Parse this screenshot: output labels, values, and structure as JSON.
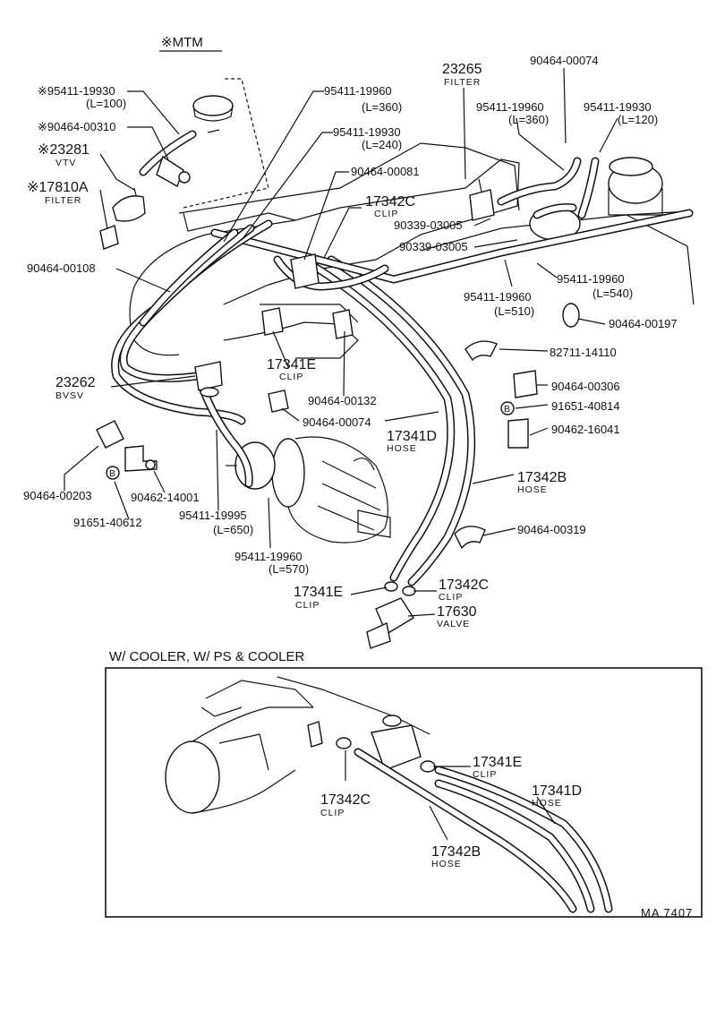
{
  "header": {
    "title": "※MTM"
  },
  "inset": {
    "title": "W/ COOLER, W/ PS & COOLER"
  },
  "footer": {
    "code": "MA  7407"
  },
  "labels": {
    "l1": {
      "text": "※95411-19930",
      "sub": "(L=100)"
    },
    "l2": {
      "text": "※90464-00310"
    },
    "l3": {
      "text": "※23281",
      "sub": "VTV"
    },
    "l4": {
      "text": "※17810A",
      "sub": "FILTER"
    },
    "l5": {
      "text": "95411-19960",
      "sub": "(L=360)"
    },
    "l6": {
      "text": "95411-19930",
      "sub": "(L=240)"
    },
    "l7": {
      "text": "90464-00081"
    },
    "l8": {
      "text": "17342C",
      "sub": "CLIP"
    },
    "l9": {
      "text": "23265",
      "sub": "FILTER"
    },
    "l10": {
      "text": "90464-00074"
    },
    "l11": {
      "text": "95411-19960",
      "sub": "(L=360)"
    },
    "l12": {
      "text": "95411-19930",
      "sub": "(L=120)"
    },
    "l13": {
      "text": "90339-03005"
    },
    "l14": {
      "text": "90339-03005"
    },
    "l15": {
      "text": "90464-00108"
    },
    "l16": {
      "text": "95411-19960",
      "sub": "(L=540)"
    },
    "l17": {
      "text": "95411-19960",
      "sub": "(L=510)"
    },
    "l18": {
      "text": "90464-00197"
    },
    "l19": {
      "text": "82711-14110"
    },
    "l20": {
      "text": "23262",
      "sub": "BVSV"
    },
    "l21": {
      "text": "17341E",
      "sub": "CLIP"
    },
    "l22": {
      "text": "90464-00132"
    },
    "l23": {
      "text": "90464-00306"
    },
    "l24": {
      "text": "91651-40814"
    },
    "l25": {
      "text": "90464-00074"
    },
    "l26": {
      "text": "90462-16041"
    },
    "l27": {
      "text": "17341D",
      "sub": "HOSE"
    },
    "l28": {
      "text": "17342B",
      "sub": "HOSE"
    },
    "l29": {
      "text": "90464-00203"
    },
    "l30": {
      "text": "90462-14001"
    },
    "l31": {
      "text": "91651-40612"
    },
    "l32": {
      "text": "95411-19995",
      "sub": "(L=650)"
    },
    "l33": {
      "text": "90464-00319"
    },
    "l34": {
      "text": "95411-19960",
      "sub": "(L=570)"
    },
    "l35": {
      "text": "17341E",
      "sub": "CLIP"
    },
    "l36": {
      "text": "17342C",
      "sub": "CLIP"
    },
    "l37": {
      "text": "17630",
      "sub": "VALVE"
    },
    "i1": {
      "text": "17341E",
      "sub": "CLIP"
    },
    "i2": {
      "text": "17342C",
      "sub": "CLIP"
    },
    "i3": {
      "text": "17341D",
      "sub": "HOSE"
    },
    "i4": {
      "text": "17342B",
      "sub": "HOSE"
    }
  },
  "markers": {
    "b": "B"
  }
}
